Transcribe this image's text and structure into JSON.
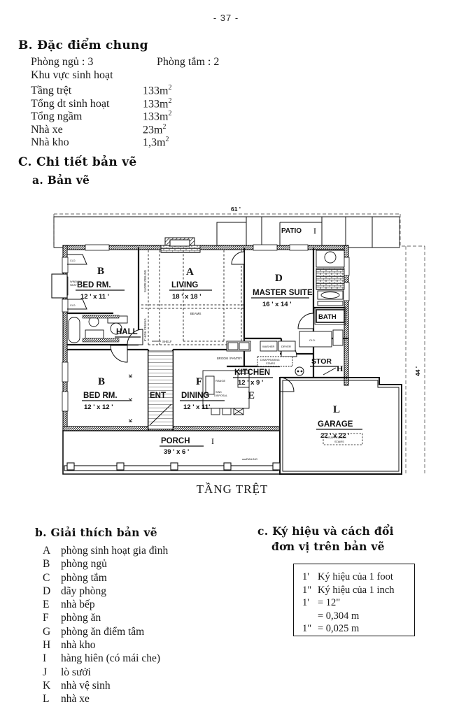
{
  "page": {
    "number": "- 37 -"
  },
  "section_b": {
    "heading": "B. Đặc điểm chung",
    "rows": [
      {
        "label": "Phòng ngủ : 3",
        "value": "",
        "sup": "",
        "inline": "Phòng tắm : 2"
      },
      {
        "label": "Khu vực sinh hoạt",
        "value": "",
        "sup": "",
        "inline": ""
      },
      {
        "label": "Tầng trệt",
        "value": "133m",
        "sup": "2",
        "inline": ""
      },
      {
        "label": "Tổng dt sinh hoạt",
        "value": "133m",
        "sup": "2",
        "inline": ""
      },
      {
        "label": "Tổng ngầm",
        "value": "133m",
        "sup": "2",
        "inline": ""
      },
      {
        "label": "Nhà xe",
        "value": "23m",
        "sup": "2",
        "inline": ""
      },
      {
        "label": "Nhà kho",
        "value": "1,3m",
        "sup": "2",
        "inline": ""
      }
    ]
  },
  "section_c": {
    "heading": "C. Chi tiết bản vẽ",
    "sub_a_heading": "a. Bản vẽ",
    "plan_caption": "TẦNG TRỆT"
  },
  "floorplan": {
    "dim_top": "61 '",
    "dim_right": "44 '",
    "rooms": [
      {
        "letter": "B",
        "name": "BED RM.",
        "size": "12 ' x 11 '"
      },
      {
        "letter": "A",
        "name": "LIVING",
        "size": "18 ' x 18 '"
      },
      {
        "letter": "D",
        "name": "MASTER SUITE",
        "size": "16 ' x 14 '"
      },
      {
        "letter": "B",
        "name": "BED RM.",
        "size": "12 ' x 12 '"
      },
      {
        "letter": "F",
        "name": "DINING",
        "size": "12 ' x 11'"
      },
      {
        "letter": "E",
        "name": "KITCHEN",
        "size": "12 ' x 9 '"
      },
      {
        "letter": "I",
        "name": "PORCH",
        "size": "39 ' x 6 '"
      },
      {
        "letter": "L",
        "name": "GARAGE",
        "size": "22 ' x 22 '"
      }
    ],
    "labels": {
      "patio": "PATIO",
      "patio_letter": "I",
      "bath": "BATH",
      "hall": "HALL",
      "ent": "ENT",
      "stor": "STOR",
      "stor_letter": "H",
      "beams": "BEAMS",
      "shelf": "SHELF",
      "railing": "RAILING",
      "slope_ceiling": "SLOPE CEILING",
      "high_ceiling": "8' HIGH CEILING",
      "broom_pantry": "BROOM / PANTRY",
      "washer": "WASHER",
      "dryer": "DRYER",
      "disappearing_stairs": "DISAPPEARING STAIRS",
      "window_seat": "WINDOW SEAT",
      "clo": "CLO.",
      "ref": "REF.",
      "range": "RANGE",
      "sink_disposal": "SINK DISPOSAL",
      "bath_k": "K"
    }
  },
  "section_b2": {
    "heading": "b. Giải thích bản vẽ",
    "items": [
      {
        "key": "A",
        "text": "phòng sinh hoạt gia đình"
      },
      {
        "key": "B",
        "text": "phòng ngủ"
      },
      {
        "key": "C",
        "text": "phòng tắm"
      },
      {
        "key": "D",
        "text": "dãy phòng"
      },
      {
        "key": "E",
        "text": "nhà bếp"
      },
      {
        "key": "F",
        "text": "phòng ăn"
      },
      {
        "key": "G",
        "text": "phòng ăn điểm tâm"
      },
      {
        "key": "H",
        "text": "nhà kho"
      },
      {
        "key": "I",
        "text": "hàng hiên (có mái che)"
      },
      {
        "key": "J",
        "text": "lò sưởi"
      },
      {
        "key": "K",
        "text": "nhà vệ sinh"
      },
      {
        "key": "L",
        "text": "nhà xe"
      }
    ]
  },
  "section_c2": {
    "heading_line1": "c. Ký hiệu và cách đổi",
    "heading_line2": "đơn vị trên bản vẽ",
    "box_lines": [
      {
        "key": "1'",
        "indent": "",
        "text": "Ký hiệu của 1 foot"
      },
      {
        "key": "1\"",
        "indent": "",
        "text": "Ký hiệu của 1 inch"
      },
      {
        "key": "1'",
        "indent": "= 12\"",
        "text": ""
      },
      {
        "key": "",
        "indent": "= 0,304 m",
        "text": ""
      },
      {
        "key": "1\"",
        "indent": "= 0,025 m",
        "text": ""
      }
    ]
  },
  "colors": {
    "ink": "#111111",
    "paper": "#ffffff"
  }
}
